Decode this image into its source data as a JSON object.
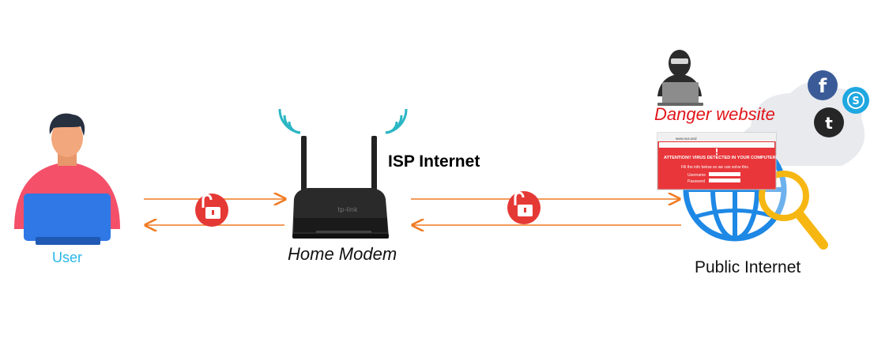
{
  "nodes": {
    "user": {
      "label": "User"
    },
    "modem": {
      "label": "Home Modem"
    },
    "isp": {
      "label": "ISP Internet"
    },
    "public": {
      "label": "Public Internet"
    },
    "danger": {
      "label": "Danger website"
    }
  },
  "popup": {
    "url": "www.sus.and",
    "heading": "ATTENTION!! VIRUS DETECTED IN YOUR COMPUTER!",
    "subtext": "Fill the info below so we can solve this.",
    "field1": "Username",
    "field2": "Password"
  },
  "social_icons": [
    "facebook-icon",
    "skype-icon",
    "twitter-icon"
  ],
  "colors": {
    "arrow": "#f07a22",
    "lock": "#e53935",
    "user_label": "#29b6e8",
    "danger_label": "#e0161b",
    "globe": "#1e88e5",
    "magnifier": "#f6b712",
    "popup": "#e8363a"
  }
}
